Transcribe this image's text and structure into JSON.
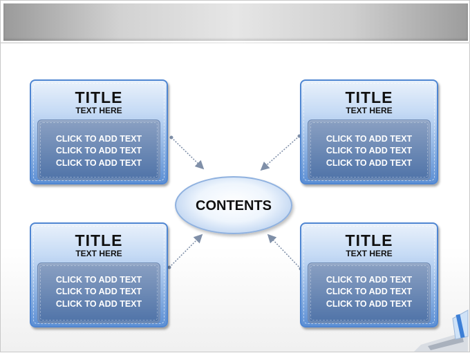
{
  "center": {
    "label": "CONTENTS"
  },
  "cards": [
    {
      "title": "TITLE",
      "subtitle": "TEXT HERE",
      "lines": [
        "CLICK TO ADD TEXT",
        "CLICK TO ADD TEXT",
        "CLICK TO ADD TEXT"
      ]
    },
    {
      "title": "TITLE",
      "subtitle": "TEXT HERE",
      "lines": [
        "CLICK TO ADD TEXT",
        "CLICK TO ADD TEXT",
        "CLICK TO ADD TEXT"
      ]
    },
    {
      "title": "TITLE",
      "subtitle": "TEXT HERE",
      "lines": [
        "CLICK TO ADD TEXT",
        "CLICK TO ADD TEXT",
        "CLICK TO ADD TEXT"
      ]
    },
    {
      "title": "TITLE",
      "subtitle": "TEXT HERE",
      "lines": [
        "CLICK TO ADD TEXT",
        "CLICK TO ADD TEXT",
        "CLICK TO ADD TEXT"
      ]
    }
  ],
  "colors": {
    "card_border": "#4f86d2",
    "card_inner": "#4f73a8",
    "arrow": "#7f8fa8"
  }
}
